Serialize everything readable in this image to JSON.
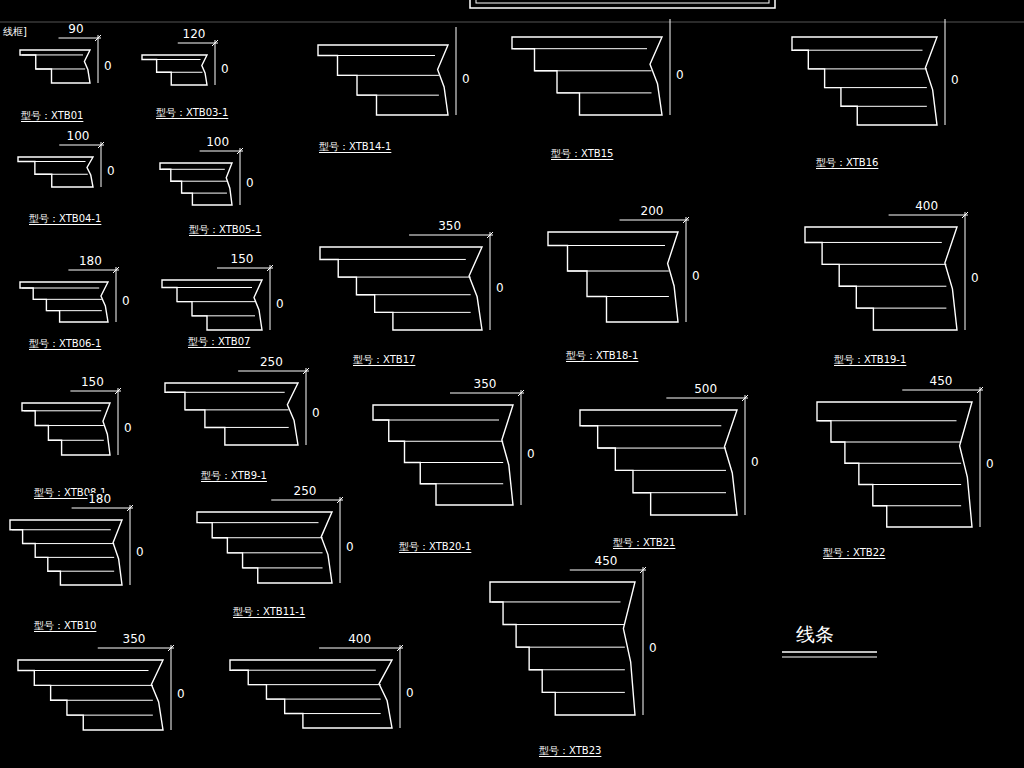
{
  "diagram": {
    "labels": [
      "线框]",
      "90",
      "0",
      "型号：XTB01",
      "120",
      "0",
      "型号：XTB03-1",
      "0",
      "型号：XTB14-1",
      "0",
      "型号：XTB15",
      "0",
      "型号：XTB16",
      "100",
      "0",
      "型号：XTB04-1",
      "100",
      "0",
      "型号：XTB05-1",
      "180",
      "0",
      "型号：XTB06-1",
      "150",
      "0",
      "型号：XTB07",
      "350",
      "0",
      "型号：XTB17",
      "200",
      "0",
      "型号：XTB18-1",
      "400",
      "0",
      "型号：XTB19-1",
      "150",
      "0",
      "型号：XTB08-1",
      "250",
      "0",
      "型号：XTB9-1",
      "350",
      "0",
      "型号：XTB20-1",
      "500",
      "0",
      "型号：XTB21",
      "450",
      "0",
      "型号：XTB22",
      "180",
      "0",
      "型号：XTB10",
      "250",
      "0",
      "型号：XTB11-1",
      "450",
      "0",
      "型号：XTB23",
      "350",
      "0",
      "400",
      "0",
      "线条"
    ]
  }
}
